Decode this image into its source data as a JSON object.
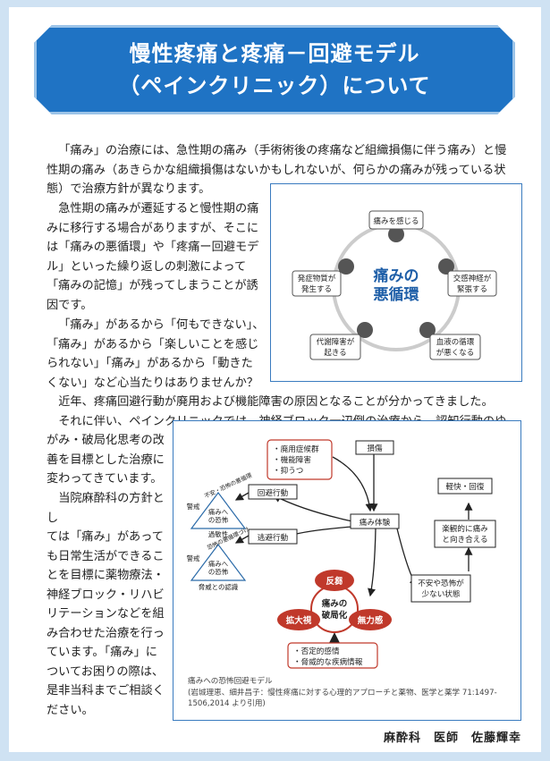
{
  "title": {
    "line1": "慢性疼痛と疼痛－回避モデル",
    "line2": "（ペインクリニック）について"
  },
  "body": {
    "p1_l1": "「痛み」の治療には、急性期の痛み（手術術後の疼痛など組織損傷に伴う痛み）と慢",
    "p1_l2": "性期の痛み（あきらかな組織損傷はないかもしれないが、何らかの痛みが残っている状",
    "p1_l3": "態）で治療方針が異なります。",
    "p2_l1": "急性期の痛みが遷延すると慢性期の痛",
    "p2_l2": "みに移行する場合がありますが、そこに",
    "p2_l3": "は「痛みの悪循環」や「疼痛ー回避モデ",
    "p2_l4": "ル」といった繰り返しの刺激によって",
    "p2_l5": "「痛みの記憶」が残ってしまうことが誘",
    "p2_l6": "因です。",
    "p3_l1": "「痛み」があるから「何もできない」、",
    "p3_l2": "「痛み」があるから「楽しいことを感じ",
    "p3_l3": "られない」「痛み」があるから「動きた",
    "p3_l4": "くない」など心当たりはありませんか？",
    "p4_l1": "近年、疼痛回避行動が廃用および機能障害の原因となることが分かってきました。",
    "p5_l1": "それに伴い、ペインクリニックでは、神経ブロック一辺倒の治療から、認知行動のゆ",
    "p5_l2": "がみ・破局化思考の改",
    "p5_l3": "善を目標とした治療に",
    "p5_l4": "変わってきています。",
    "p6_l1": "当院麻酔科の方針とし",
    "p6_l2": "ては「痛み」があって",
    "p6_l3": "も日常生活ができるこ",
    "p6_l4": "とを目標に薬物療法・",
    "p6_l5": "神経ブロック・リハビ",
    "p6_l6": "リテーションなどを組",
    "p6_l7": "み合わせた治療を行っ",
    "p6_l8": "ています。「痛み」に",
    "p6_l9": "ついてお困りの際は、",
    "p6_l10": "是非当科までご相談く",
    "p6_l11": "ださい。"
  },
  "cycle_figure": {
    "center_l1": "痛みの",
    "center_l2": "悪循環",
    "items": [
      {
        "l1": "痛みを感じる",
        "l2": ""
      },
      {
        "l1": "交感神経が",
        "l2": "緊張する"
      },
      {
        "l1": "血液の循環",
        "l2": "が悪くなる"
      },
      {
        "l1": "代謝障害が",
        "l2": "起きる"
      },
      {
        "l1": "発症物質が",
        "l2": "発生する"
      }
    ]
  },
  "fear_figure": {
    "box_symptoms": [
      "・廃用症候群",
      "・機能障害",
      "・抑うつ"
    ],
    "box_injury": "損傷",
    "box_pain": "痛み体験",
    "box_avoid": "回避行動",
    "box_escape": "逃避行動",
    "box_recovery": "軽快・回復",
    "box_optimistic_l1": "楽観的に痛み",
    "box_optimistic_l2": "と向き合える",
    "box_lowfear_l1": "不安や恐怖が",
    "box_lowfear_l2": "少ない状態",
    "circle_rumination": "反芻",
    "circle_catastrophe_l1": "痛みの",
    "circle_catastrophe_l2": "破局化",
    "circle_magnify": "拡大視",
    "circle_helpless": "無力感",
    "box_negative": [
      "・否定的感情",
      "・脅威的な疾病情報"
    ],
    "tri1_a": "警戒",
    "tri1_b": "痛みへ",
    "tri1_c": "の恐怖",
    "tri1_d": "過敏性",
    "tri1_side": "不安・恐怖の悪循環",
    "tri2_a": "警戒",
    "tri2_b": "痛みへ",
    "tri2_c": "の恐怖",
    "tri2_d": "脅威との認識",
    "tri2_side": "恐怖の悪循環づけ",
    "caption_l1": "痛みへの恐怖回避モデル",
    "caption_l2": "(岩城理恵、細井昌子：慢性疼痛に対する心理的アプローチと薬物、医学と薬学 71:1497-",
    "caption_l3": "1506,2014 より引用)"
  },
  "author": "麻酔科　医師　佐藤輝幸",
  "colors": {
    "banner": "#1f73c4",
    "background": "#cfe2f3",
    "accent_red": "#c0392b",
    "frame_blue": "#3a7bbf"
  }
}
